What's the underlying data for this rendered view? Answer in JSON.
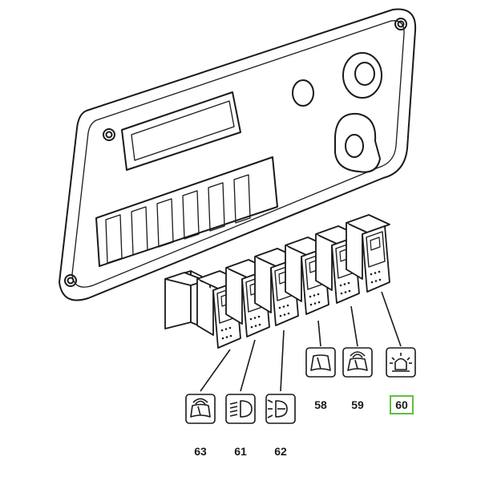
{
  "callouts": [
    {
      "id": "58",
      "label": "58",
      "symbol": "wiper-rear-icon",
      "highlighted": false
    },
    {
      "id": "59",
      "label": "59",
      "symbol": "washer-rear-icon",
      "highlighted": false
    },
    {
      "id": "60",
      "label": "60",
      "symbol": "beacon-icon",
      "highlighted": true
    },
    {
      "id": "63",
      "label": "63",
      "symbol": "washer-front-icon",
      "highlighted": false
    },
    {
      "id": "61",
      "label": "61",
      "symbol": "headlight-icon",
      "highlighted": false
    },
    {
      "id": "62",
      "label": "62",
      "symbol": "work-light-icon",
      "highlighted": false
    }
  ],
  "colors": {
    "line": "#1a1a1a",
    "highlight": "#5fbf3f",
    "background": "#ffffff"
  }
}
